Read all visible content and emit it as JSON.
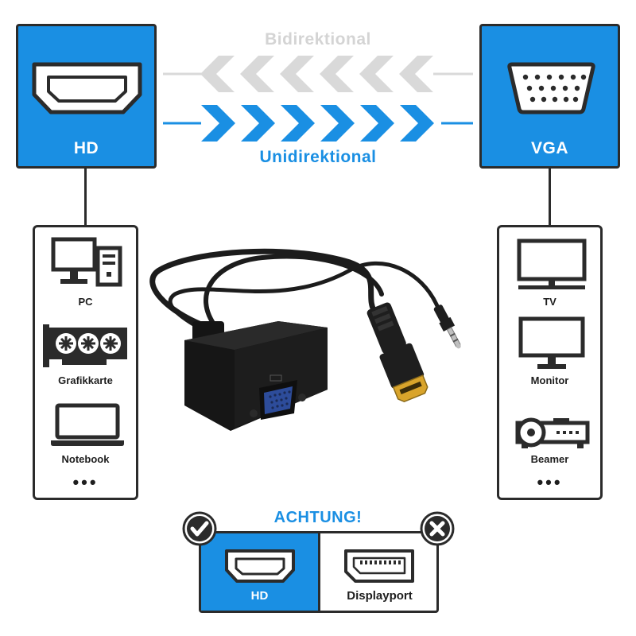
{
  "flow": {
    "bidirectional_label": "Bidirektional",
    "unidirectional_label": "Unidirektional"
  },
  "source_port": {
    "label": "HD"
  },
  "target_port": {
    "label": "VGA"
  },
  "source_devices": {
    "items": [
      {
        "label": "PC",
        "icon": "pc-icon"
      },
      {
        "label": "Grafikkarte",
        "icon": "graphics-card-icon"
      },
      {
        "label": "Notebook",
        "icon": "notebook-icon"
      }
    ],
    "more": "•••"
  },
  "target_devices": {
    "items": [
      {
        "label": "TV",
        "icon": "tv-icon"
      },
      {
        "label": "Monitor",
        "icon": "monitor-icon"
      },
      {
        "label": "Beamer",
        "icon": "projector-icon"
      }
    ],
    "more": "•••"
  },
  "warning": {
    "title": "ACHTUNG!",
    "compatible_label": "HD",
    "incompatible_label": "Displayport"
  },
  "colors": {
    "accent_blue": "#1a8fe3",
    "inactive_gray": "#d9d9d9",
    "outline": "#2b2b2b"
  }
}
